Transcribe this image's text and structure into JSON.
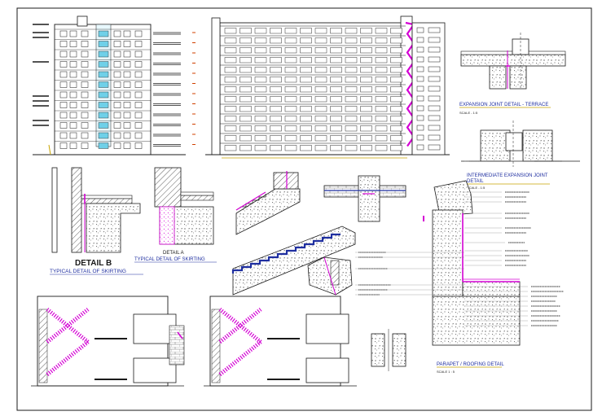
{
  "labels": {
    "detail_b": "DETAIL B",
    "detail_b_sub": "TYPICAL DETAIL OF SKIRTING",
    "detail_a": "DETAIL A",
    "detail_a_sub": "TYPICAL DETAIL OF SKIRTING",
    "exp_terrace": "EXPANSION JOINT DETAIL - TERRACE",
    "exp_terrace_scale": "SCALE - 1:5",
    "exp_inter_1": "INTERMEDIATE  EXPANSION JOINT",
    "exp_inter_2": "DETAIL",
    "exp_inter_scale": "SCALE - 1:5",
    "parapet": "PARAPET / ROOFING DETAIL",
    "parapet_scale": "SCALE 1 : 5"
  },
  "colors": {
    "line": "#1a1a1a",
    "magenta": "#d400d4",
    "blue": "#1f2fa0",
    "yellow": "#c9a400",
    "cyan": "#6fd0e8",
    "concrete": "#ffffff"
  }
}
